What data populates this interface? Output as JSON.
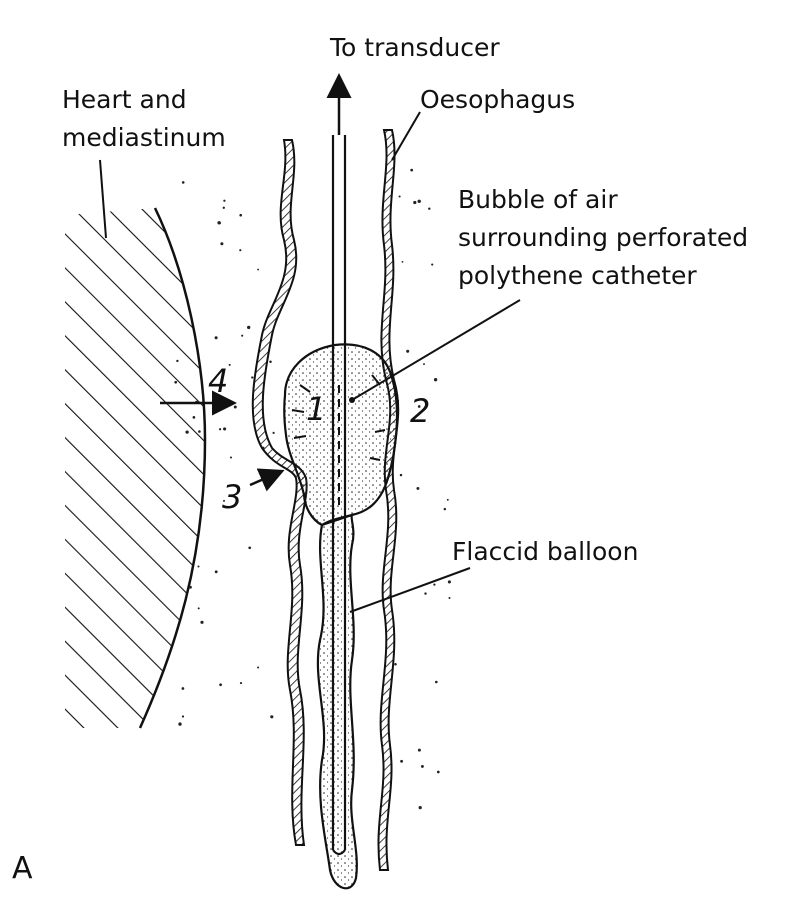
{
  "labels": {
    "to_transducer": "To transducer",
    "oesophagus": "Oesophagus",
    "heart_line1": "Heart and",
    "heart_line2": "mediastinum",
    "bubble_line1": "Bubble of air",
    "bubble_line2": "surrounding perforated",
    "bubble_line3": "polythene catheter",
    "flaccid_balloon": "Flaccid balloon"
  },
  "numbers": {
    "n1": "1",
    "n2": "2",
    "n3": "3",
    "n4": "4"
  },
  "panel_letter": "A"
}
